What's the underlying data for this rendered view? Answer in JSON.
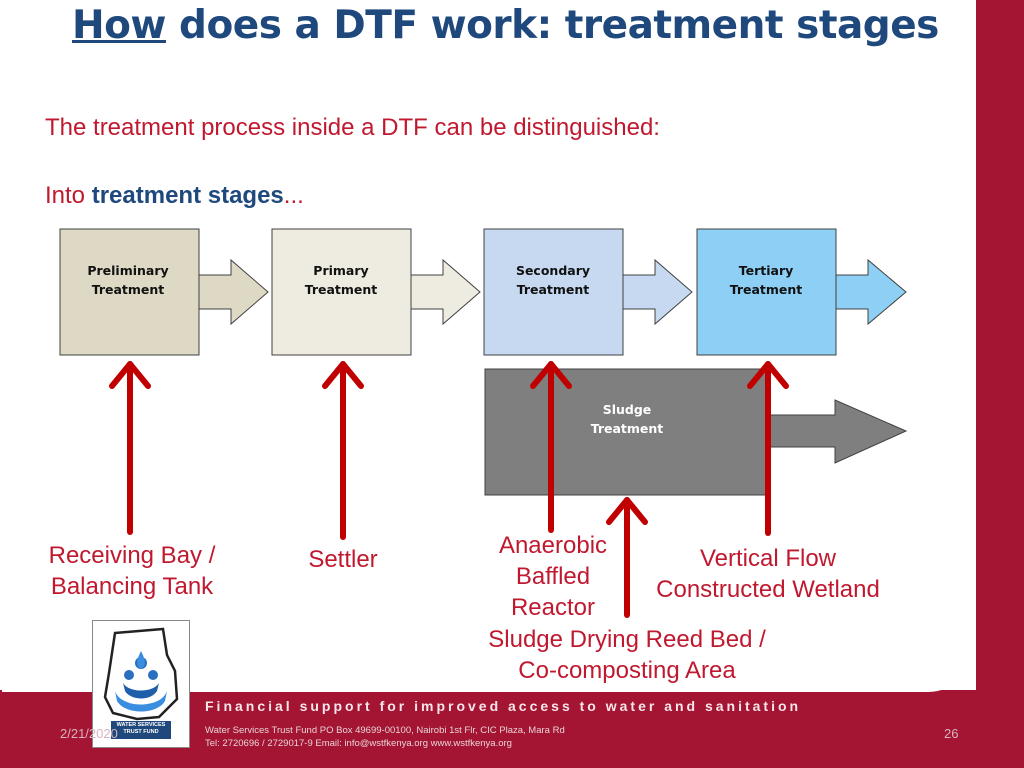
{
  "title": {
    "underlined_word": "How",
    "rest": " does a DTF work: treatment stages"
  },
  "intro": {
    "line1": "The treatment process inside a DTF can be distinguished:",
    "line2_prefix": "Into ",
    "line2_emphasis": "treatment stages",
    "line2_suffix": "..."
  },
  "stages": [
    {
      "line1": "Preliminary",
      "line2": "Treatment",
      "fill": "#ddd9c4"
    },
    {
      "line1": "Primary",
      "line2": "Treatment",
      "fill": "#eeece1"
    },
    {
      "line1": "Secondary",
      "line2": "Treatment",
      "fill": "#c6d9f1"
    },
    {
      "line1": "Tertiary",
      "line2": "Treatment",
      "fill": "#8ed0f5"
    }
  ],
  "sludge": {
    "line1": "Sludge",
    "line2": "Treatment",
    "fill": "#7f7f7f"
  },
  "technologies": {
    "receiving": [
      "Receiving Bay /",
      "Balancing Tank"
    ],
    "settler": [
      "Settler"
    ],
    "abr": [
      "Anaerobic",
      "Baffled",
      "Reactor"
    ],
    "wetland": [
      "Vertical Flow",
      "Constructed Wetland"
    ],
    "reedbed": [
      "Sludge Drying Reed Bed /",
      "Co-composting Area"
    ]
  },
  "footer": {
    "tagline": "Financial support for improved access to water and sanitation",
    "address_line1": "Water Services Trust Fund    PO Box 49699-00100, Nairobi    1st Flr, CIC Plaza, Mara Rd",
    "address_line2": "Tel: 2720696 / 2729017-9    Email: info@wstfkenya.org    www.wstfkenya.org",
    "date": "2/21/2020",
    "page_number": "26",
    "logo_text": "WATER SERVICES TRUST FUND"
  },
  "colors": {
    "arrow_red": "#c00000",
    "frame": "#a31532",
    "title_blue": "#1f497d",
    "text_red": "#c0192f"
  }
}
